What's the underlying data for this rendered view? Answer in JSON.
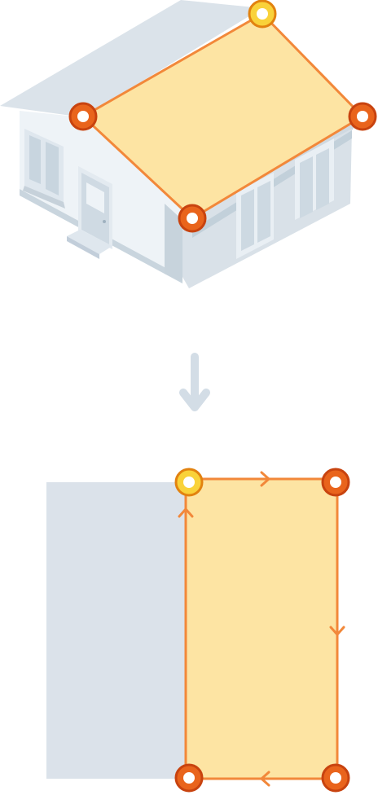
{
  "colors": {
    "roof_fill": "#fde4a3",
    "roof_edge": "#f2883a",
    "pin_orange": "#e9641c",
    "pin_orange_ring": "#c8430f",
    "pin_yellow": "#f9d23a",
    "pin_yellow_ring": "#e2820f",
    "arrow": "#d3dde6",
    "plan_shadow": "#dbe2ea",
    "house_wall_light": "#eef3f7",
    "house_wall_mid": "#d9e1e8",
    "house_wall_dark": "#c2d0da",
    "house_roof_slope": "#dbe3ea",
    "window_glass": "#e6edf2"
  },
  "diagram": {
    "top_view": {
      "icon": "isometric-house-icon",
      "highlighted_surface": "roof",
      "corner_pins": [
        "yellow",
        "orange",
        "orange",
        "orange"
      ],
      "start_pin": "yellow"
    },
    "transition": {
      "icon": "arrow-down-icon"
    },
    "bottom_view": {
      "shape": "rectangle",
      "corner_pins": [
        "yellow",
        "orange",
        "orange",
        "orange"
      ],
      "trace_direction": "clockwise",
      "edge_arrows": [
        "right",
        "down",
        "left",
        "up"
      ]
    }
  }
}
